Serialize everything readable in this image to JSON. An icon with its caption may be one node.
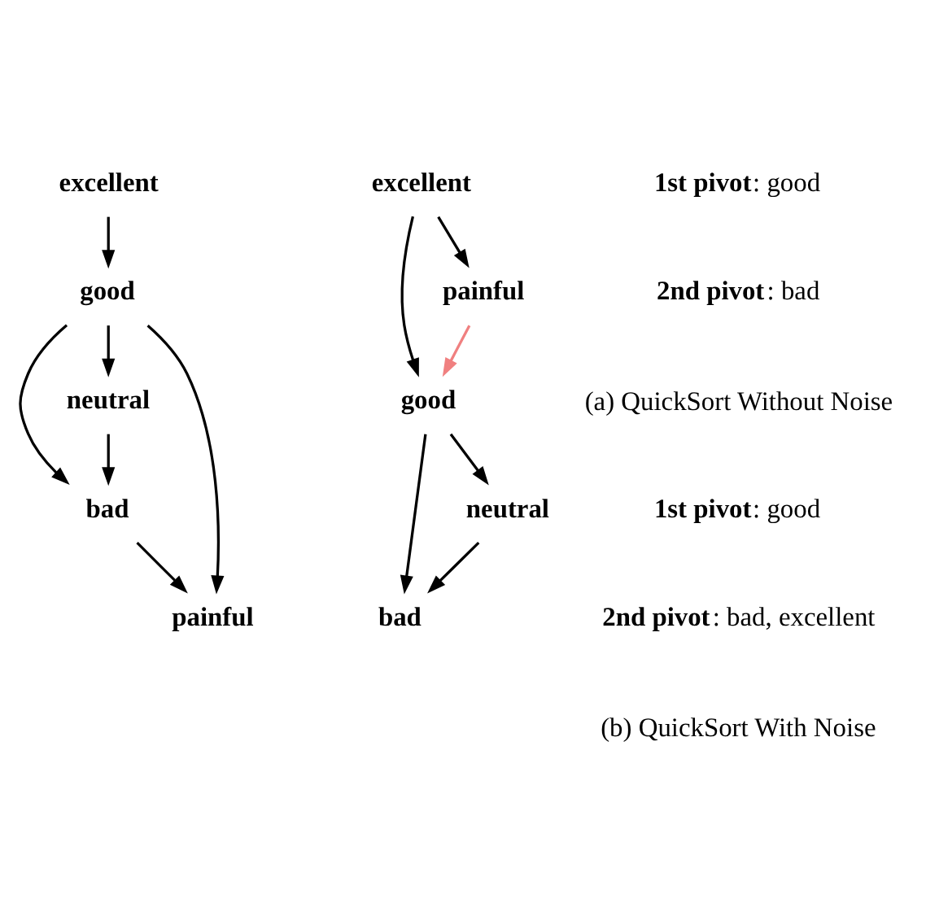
{
  "diagram": {
    "nodes": [
      {
        "text": [
          "good"
        ]
      },
      {
        "text": [
          "excellent"
        ]
      },
      {
        "text": [
          "bad"
        ]
      },
      {
        "text": [
          "neutral"
        ]
      },
      {
        "text": [
          "painful"
        ]
      },
      {
        "text": [
          "good"
        ]
      },
      {
        "text": [
          "excellent"
        ]
      },
      {
        "text": [
          "bad"
        ]
      },
      {
        "text": [
          "painful"
        ]
      },
      {
        "text": [
          "neutral"
        ]
      }
    ],
    "edges": [
      {
        "from": 1,
        "to": 0,
        "arrow": "to"
      },
      {
        "from": 0,
        "to": 2,
        "arrow": "to"
      },
      {
        "from": 0,
        "to": 3,
        "arrow": "to"
      },
      {
        "from": 0,
        "to": 4,
        "arrow": "to"
      },
      {
        "from": 3,
        "to": 2,
        "arrow": "to"
      },
      {
        "from": 2,
        "to": 4,
        "arrow": "to"
      },
      {
        "from": 6,
        "to": 5,
        "arrow": "to"
      },
      {
        "from": 6,
        "to": 8,
        "arrow": "to"
      },
      {
        "from": 8,
        "to": 5,
        "arrow": "to",
        "color": "#f08080"
      },
      {
        "from": 5,
        "to": 7,
        "arrow": "to"
      },
      {
        "from": 5,
        "to": 9,
        "arrow": "to"
      },
      {
        "from": 9,
        "to": 7,
        "arrow": "to"
      }
    ],
    "labels": [
      "**1st pivot**: good",
      "**2nd pivot**: bad",
      "(a) QuickSort Without Noise",
      "**1st pivot**: good",
      "**2nd pivot**: bad, excellent",
      "(b) QuickSort With Noise"
    ]
  }
}
